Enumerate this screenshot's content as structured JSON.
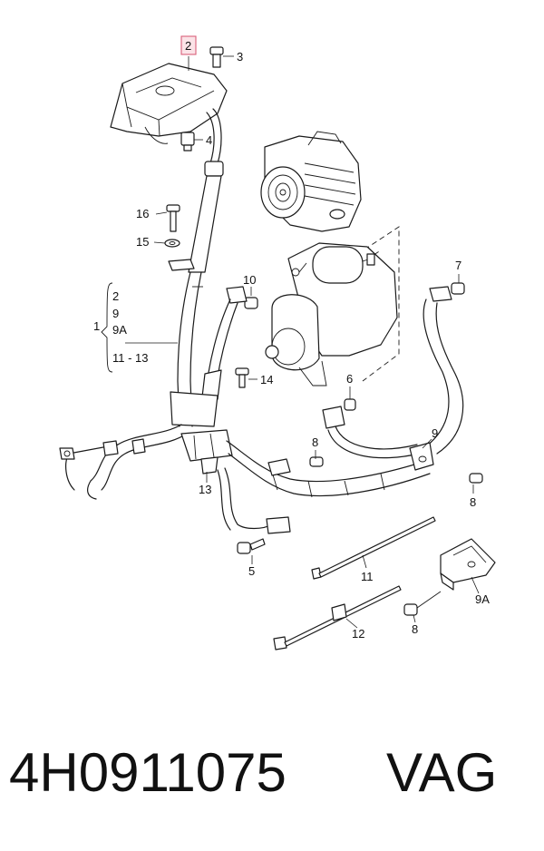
{
  "diagram": {
    "callouts": {
      "c1": "1",
      "c2": "2",
      "c3": "3",
      "c4": "4",
      "c5": "5",
      "c6": "6",
      "c7": "7",
      "c8a": "8",
      "c8b": "8",
      "c8c": "8",
      "c9": "9",
      "c9A": "9A",
      "c10": "10",
      "c11": "11",
      "c12": "12",
      "c13": "13",
      "c14": "14",
      "c15": "15",
      "c16": "16"
    },
    "group_items": [
      "2",
      "9",
      "9A",
      "11 - 13"
    ],
    "highlight_color": "#d9607a"
  },
  "footer": {
    "part_number": "4H0911075",
    "brand": "VAG"
  }
}
